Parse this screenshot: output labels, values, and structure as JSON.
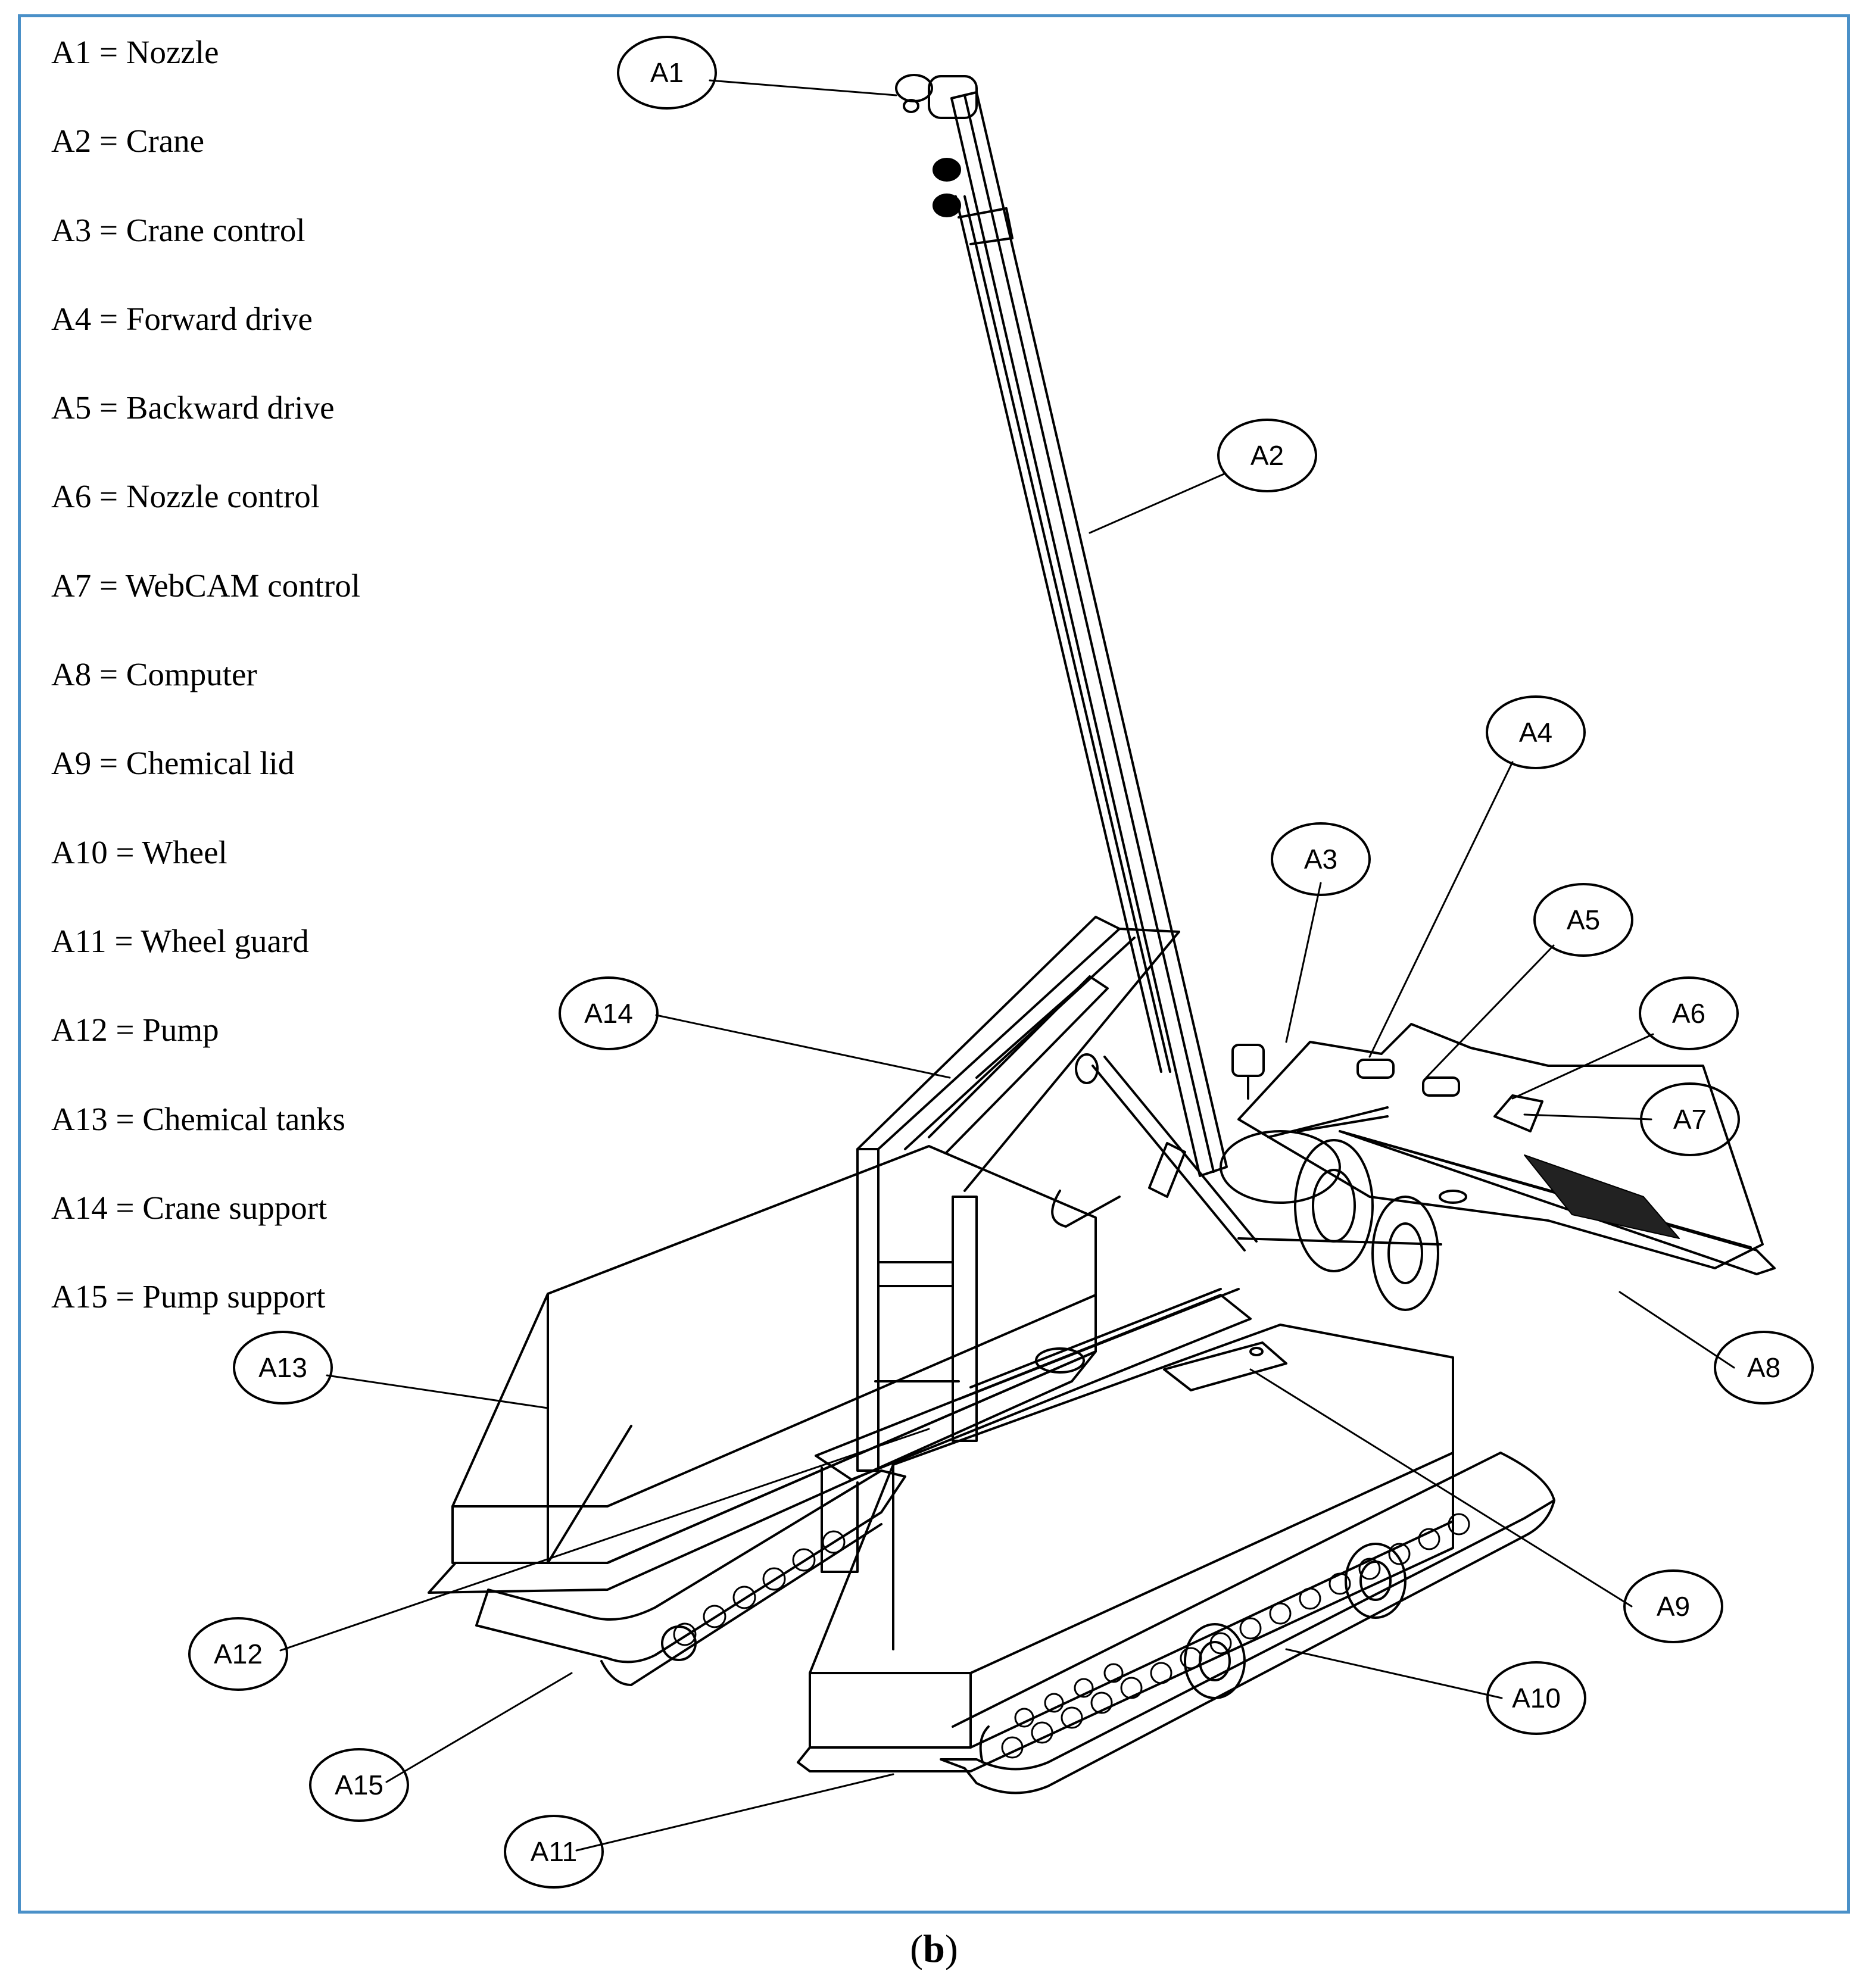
{
  "legend": [
    {
      "code": "A1",
      "name": "Nozzle"
    },
    {
      "code": "A2",
      "name": "Crane"
    },
    {
      "code": "A3",
      "name": "Crane control"
    },
    {
      "code": "A4",
      "name": "Forward drive"
    },
    {
      "code": "A5",
      "name": "Backward drive"
    },
    {
      "code": "A6",
      "name": "Nozzle control"
    },
    {
      "code": "A7",
      "name": "WebCAM control"
    },
    {
      "code": "A8",
      "name": "Computer"
    },
    {
      "code": "A9",
      "name": "Chemical lid"
    },
    {
      "code": "A10",
      "name": "Wheel"
    },
    {
      "code": "A11",
      "name": "Wheel guard"
    },
    {
      "code": "A12",
      "name": "Pump"
    },
    {
      "code": "A13",
      "name": "Chemical tanks"
    },
    {
      "code": "A14",
      "name": "Crane support"
    },
    {
      "code": "A15",
      "name": "Pump support"
    }
  ],
  "callouts": [
    "A1",
    "A2",
    "A3",
    "A4",
    "A5",
    "A6",
    "A7",
    "A8",
    "A9",
    "A10",
    "A11",
    "A12",
    "A13",
    "A14",
    "A15"
  ],
  "caption": {
    "open": "(",
    "letter": "b",
    "close": ")"
  },
  "colors": {
    "frame": "#4a90c8",
    "line": "#000000"
  }
}
